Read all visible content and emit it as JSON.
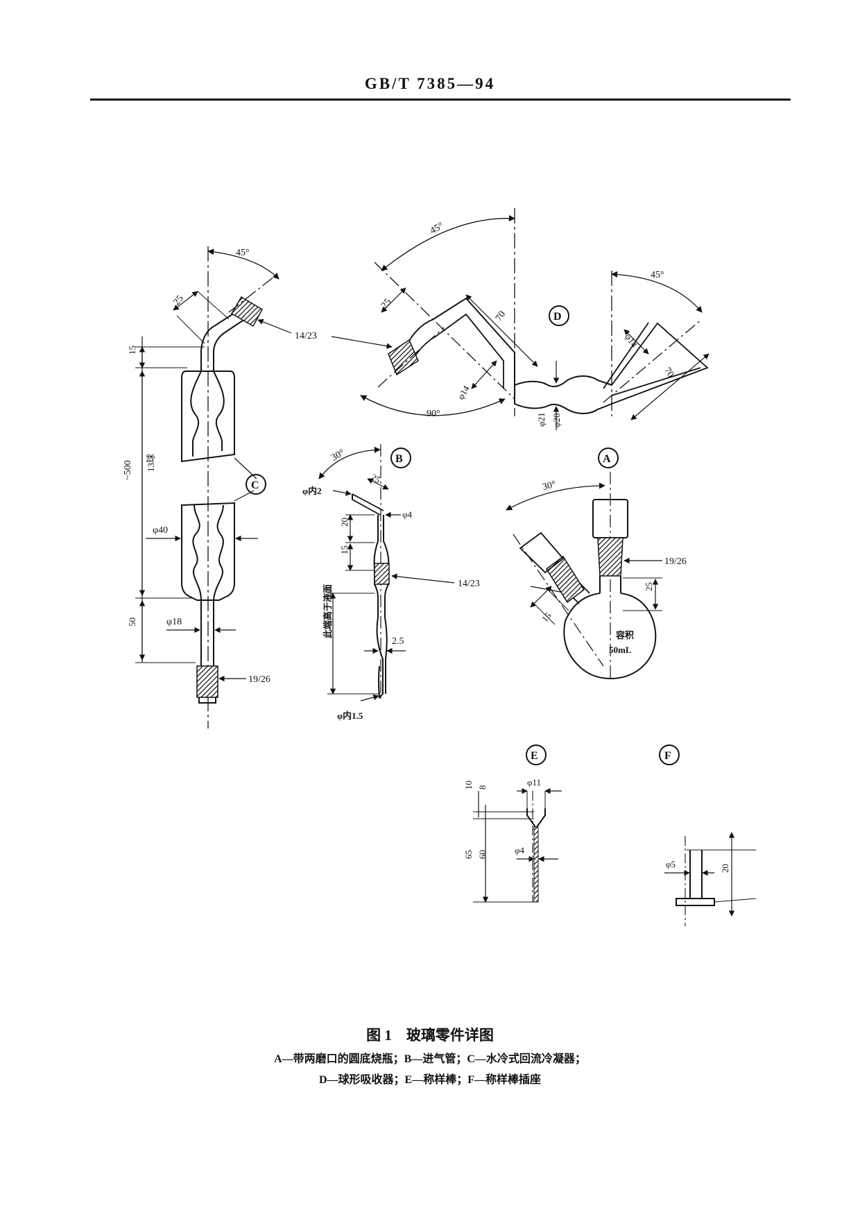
{
  "header": {
    "standard_code": "GB/T 7385—94"
  },
  "figure": {
    "title": "图 1　玻璃零件详图",
    "legend_line1": "A—带两磨口的圆底烧瓶；B—进气管；C—水冷式回流冷凝器；",
    "legend_line2": "D—球形吸收器；E—称样棒；F—称样棒插座"
  },
  "labels": {
    "A": "A",
    "B": "B",
    "C": "C",
    "D": "D",
    "E": "E",
    "F": "F"
  },
  "dims": {
    "c_angle": "45°",
    "c_25": "25",
    "c_15": "15",
    "c_500": "~500",
    "c_13": "13球",
    "c_phi40": "φ40",
    "c_50": "50",
    "c_phi18": "φ18",
    "c_1926": "19/26",
    "joint_1423_top": "14/23",
    "d_angle_left": "45°",
    "d_angle_right": "45°",
    "d_25": "25",
    "d_70a": "70",
    "d_70b": "70",
    "d_phi14a": "φ14",
    "d_phi14b": "φ14",
    "d_90": "90°",
    "d_phi21": "φ21",
    "d_phi20": "φ20",
    "b_30": "30°",
    "b_25": "25",
    "b_phi_in2": "φ内2",
    "b_phi4": "φ4",
    "b_20": "20",
    "b_15": "15",
    "joint_1423_mid": "14/23",
    "b_25b": "2.5",
    "b_vert": "此端高于液面",
    "b_phi_in15": "φ内1.5",
    "a_30": "30°",
    "a_1926": "19/26",
    "a_25": "25",
    "a_15": "15",
    "a_vol1": "容积",
    "a_vol2": "50mL",
    "e_10": "10",
    "e_8": "8",
    "e_phi11": "φ11",
    "e_65": "65",
    "e_60": "60",
    "e_phi4": "φ4",
    "f_phi5": "φ5",
    "f_20": "20"
  }
}
